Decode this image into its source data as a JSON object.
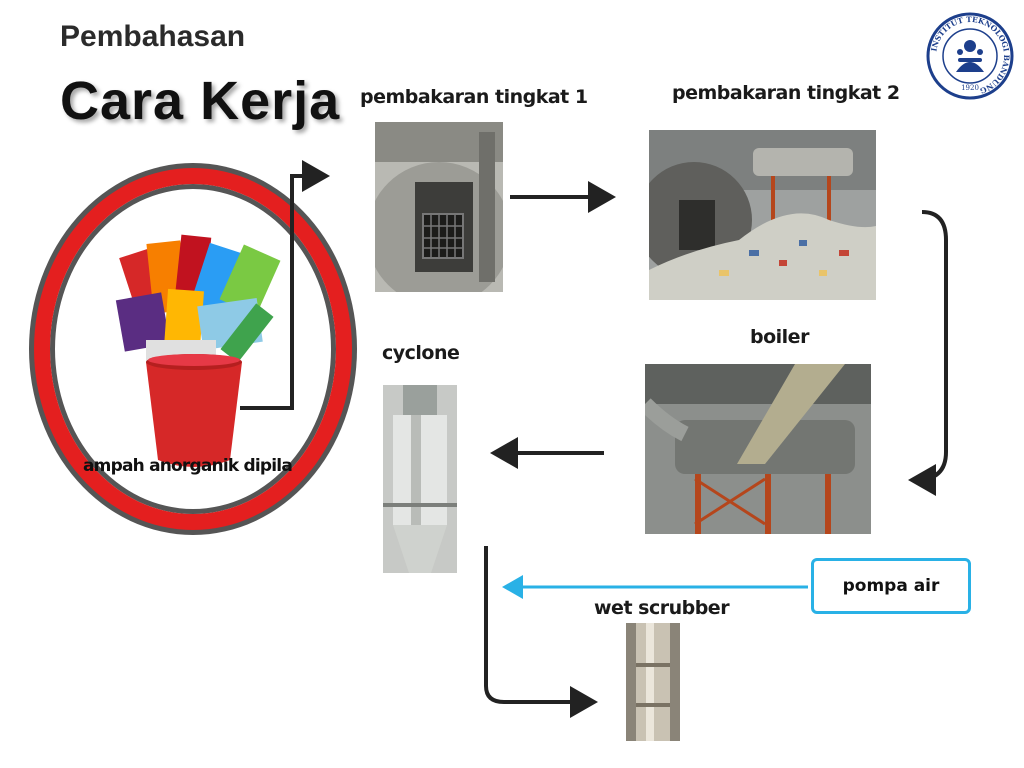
{
  "header": {
    "section": "Pembahasan",
    "title": "Cara Kerja"
  },
  "logo": {
    "text": "INSTITUT TEKNOLOGI BANDUNG",
    "year": "1920"
  },
  "steps": {
    "waste": {
      "label": "ampah anorganik dipila"
    },
    "stage1": {
      "label": "pembakaran tingkat 1"
    },
    "stage2": {
      "label": "pembakaran tingkat 2"
    },
    "boiler": {
      "label": "boiler"
    },
    "cyclone": {
      "label": "cyclone"
    },
    "scrubber": {
      "label": "wet scrubber"
    },
    "pump": {
      "label": "pompa air"
    }
  },
  "colors": {
    "ring": "#e41f1f",
    "arrow": "#222222",
    "water_arrow": "#29b1e6"
  }
}
